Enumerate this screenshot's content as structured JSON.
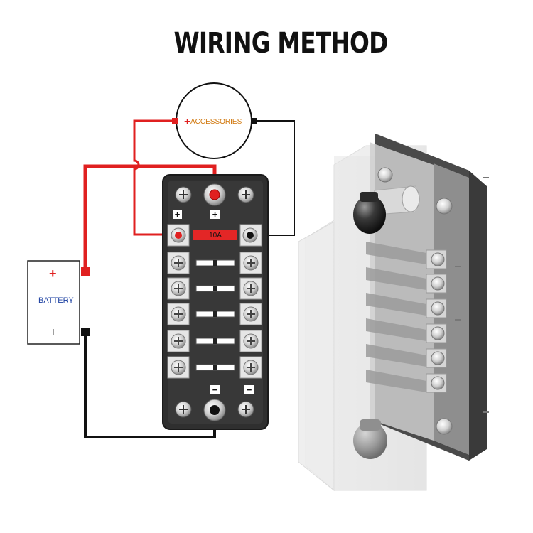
{
  "title": "WIRING METHOD",
  "accessories": {
    "label": "ACCESSORIES",
    "plus": "+"
  },
  "battery": {
    "label": "BATTERY",
    "plus": "+",
    "minus": "I"
  },
  "fuse_block": {
    "plus_symbol": "+",
    "minus_symbol": "−",
    "fuse_rating": "10A",
    "circuits": 6
  },
  "colors": {
    "positive": "#e02020",
    "negative": "#111111",
    "block_body": "#2f2f2f",
    "terminal": "#e6e6e6",
    "fuse_label": "#e32626",
    "accessories_text": "#d0760a",
    "battery_text": "#1a3ea0"
  }
}
